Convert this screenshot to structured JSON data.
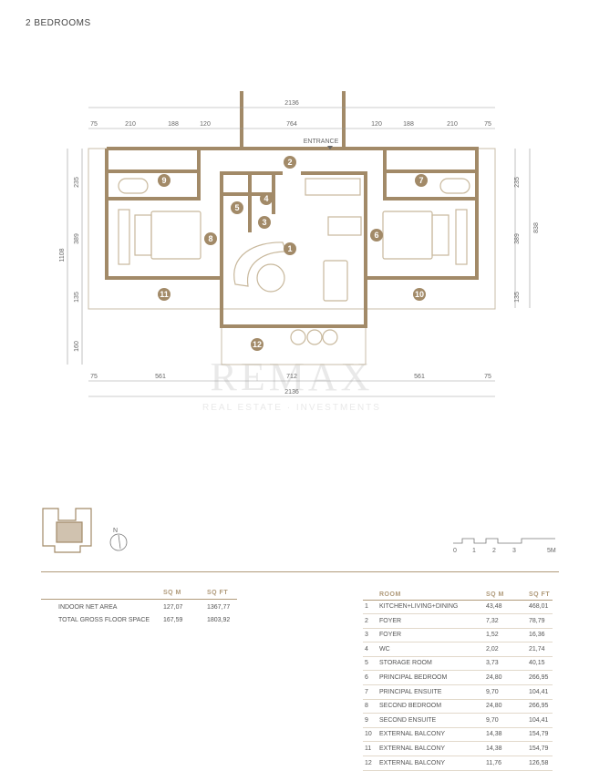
{
  "title": "2 BEDROOMS",
  "colors": {
    "wall": "#a28a68",
    "accent": "#b09a7a",
    "furniture": "#c8b89c"
  },
  "plan": {
    "entrance_label": "ENTRANCE",
    "top_total": "2136",
    "top_segments": [
      "75",
      "210",
      "188",
      "120",
      "764",
      "120",
      "188",
      "210",
      "75"
    ],
    "bottom_total": "2136",
    "bottom_segments": [
      "75",
      "561",
      "712",
      "561",
      "75"
    ],
    "left_total": "1108",
    "left_segments": [
      "235",
      "389",
      "135",
      "160"
    ],
    "right_total": "838",
    "right_segments": [
      "235",
      "389",
      "135"
    ],
    "room_markers": [
      "1",
      "2",
      "3",
      "4",
      "5",
      "6",
      "7",
      "8",
      "9",
      "10",
      "11",
      "12"
    ],
    "watermark": "REMAX",
    "watermark_sub": "REAL ESTATE · INVESTMENTS"
  },
  "scale": {
    "ticks": [
      "0",
      "1",
      "2",
      "3",
      "5M"
    ]
  },
  "compass_label": "N",
  "summary": {
    "headers": [
      "SQ M",
      "SQ FT"
    ],
    "rows": [
      {
        "label": "INDOOR NET AREA",
        "sqm": "127,07",
        "sqft": "1367,77"
      },
      {
        "label": "TOTAL GROSS FLOOR SPACE",
        "sqm": "167,59",
        "sqft": "1803,92"
      }
    ]
  },
  "rooms": {
    "headers": [
      "ROOM",
      "SQ M",
      "SQ FT"
    ],
    "rows": [
      {
        "num": "1",
        "name": "KITCHEN+LIVING+DINING",
        "sqm": "43,48",
        "sqft": "468,01"
      },
      {
        "num": "2",
        "name": "FOYER",
        "sqm": "7,32",
        "sqft": "78,79"
      },
      {
        "num": "3",
        "name": "FOYER",
        "sqm": "1,52",
        "sqft": "16,36"
      },
      {
        "num": "4",
        "name": "WC",
        "sqm": "2,02",
        "sqft": "21,74"
      },
      {
        "num": "5",
        "name": "STORAGE ROOM",
        "sqm": "3,73",
        "sqft": "40,15"
      },
      {
        "num": "6",
        "name": "PRINCIPAL BEDROOM",
        "sqm": "24,80",
        "sqft": "266,95"
      },
      {
        "num": "7",
        "name": "PRINCIPAL ENSUITE",
        "sqm": "9,70",
        "sqft": "104,41"
      },
      {
        "num": "8",
        "name": "SECOND BEDROOM",
        "sqm": "24,80",
        "sqft": "266,95"
      },
      {
        "num": "9",
        "name": "SECOND ENSUITE",
        "sqm": "9,70",
        "sqft": "104,41"
      },
      {
        "num": "10",
        "name": "EXTERNAL BALCONY",
        "sqm": "14,38",
        "sqft": "154,79"
      },
      {
        "num": "11",
        "name": "EXTERNAL BALCONY",
        "sqm": "14,38",
        "sqft": "154,79"
      },
      {
        "num": "12",
        "name": "EXTERNAL BALCONY",
        "sqm": "11,76",
        "sqft": "126,58"
      }
    ]
  }
}
